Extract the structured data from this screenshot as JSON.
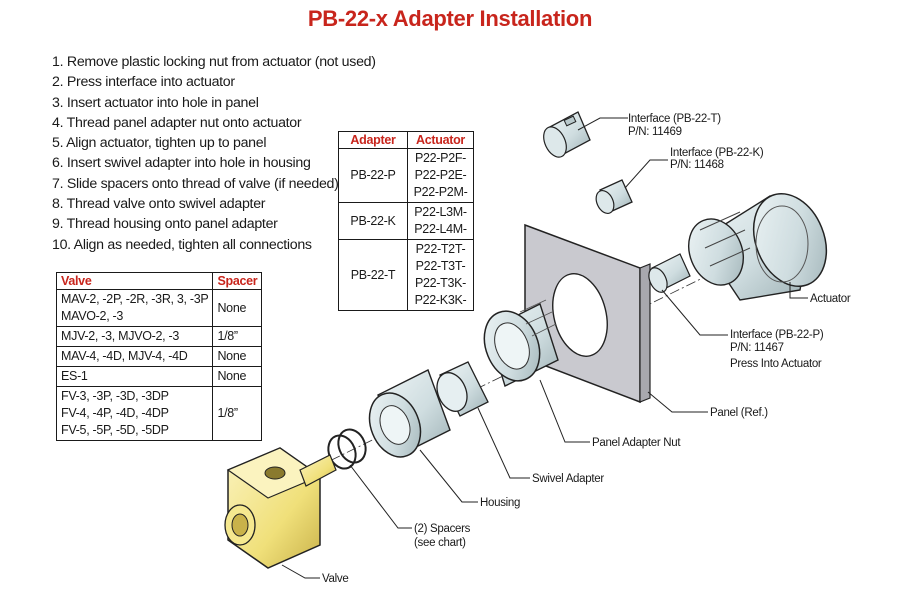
{
  "title": "PB-22-x Adapter Installation",
  "steps": [
    "1.  Remove plastic locking nut from actuator (not used)",
    "2.  Press interface into actuator",
    "3.  Insert actuator into hole in panel",
    "4.  Thread panel adapter nut onto actuator",
    "5.  Align actuator, tighten up to panel",
    "6.  Insert swivel adapter into hole in housing",
    "7.  Slide spacers onto thread of valve (if needed)",
    "8.  Thread valve onto swivel adapter",
    "9.  Thread housing onto panel adapter",
    "10. Align as needed, tighten all connections"
  ],
  "valve_table": {
    "headers": [
      "Valve",
      "Spacer"
    ],
    "rows": [
      {
        "valve": [
          "MAV-2, -2P, -2R, -3R, 3,  -3P",
          "MAVO-2, -3"
        ],
        "spacer": "None"
      },
      {
        "valve": [
          "MJV-2, -3, MJVO-2, -3"
        ],
        "spacer": "1/8”"
      },
      {
        "valve": [
          "MAV-4, -4D, MJV-4, -4D"
        ],
        "spacer": "None"
      },
      {
        "valve": [
          "ES-1"
        ],
        "spacer": "None"
      },
      {
        "valve": [
          "FV-3, -3P, -3D, -3DP",
          "FV-4, -4P, -4D, -4DP",
          "FV-5, -5P, -5D, -5DP"
        ],
        "spacer": "1/8”"
      }
    ]
  },
  "adapter_table": {
    "headers": [
      "Adapter",
      "Actuator"
    ],
    "rows": [
      {
        "adapter": "PB-22-P",
        "actuators": [
          "P22-P2F-",
          "P22-P2E-",
          "P22-P2M-"
        ]
      },
      {
        "adapter": "PB-22-K",
        "actuators": [
          "P22-L3M-",
          "P22-L4M-"
        ]
      },
      {
        "adapter": "PB-22-T",
        "actuators": [
          "P22-T2T-",
          "P22-T3T-",
          "P22-T3K-",
          "P22-K3K-"
        ]
      }
    ]
  },
  "callouts": {
    "interface_t": [
      "Interface (PB-22-T)",
      "P/N: 11469"
    ],
    "interface_k": [
      "Interface (PB-22-K)",
      "P/N: 11468"
    ],
    "actuator": "Actuator",
    "interface_p": [
      "Interface (PB-22-P)",
      "P/N: 11467",
      "Press Into Actuator"
    ],
    "panel": "Panel (Ref.)",
    "panel_adapter_nut": "Panel Adapter Nut",
    "swivel_adapter": "Swivel Adapter",
    "housing": "Housing",
    "spacers": [
      "(2) Spacers",
      "(see chart)"
    ],
    "valve": "Valve"
  },
  "colors": {
    "title": "#c8251c",
    "header": "#c8251c",
    "brass": "#f2e48a",
    "steel": "#cfdde0",
    "panel": "#c9c9cf"
  }
}
